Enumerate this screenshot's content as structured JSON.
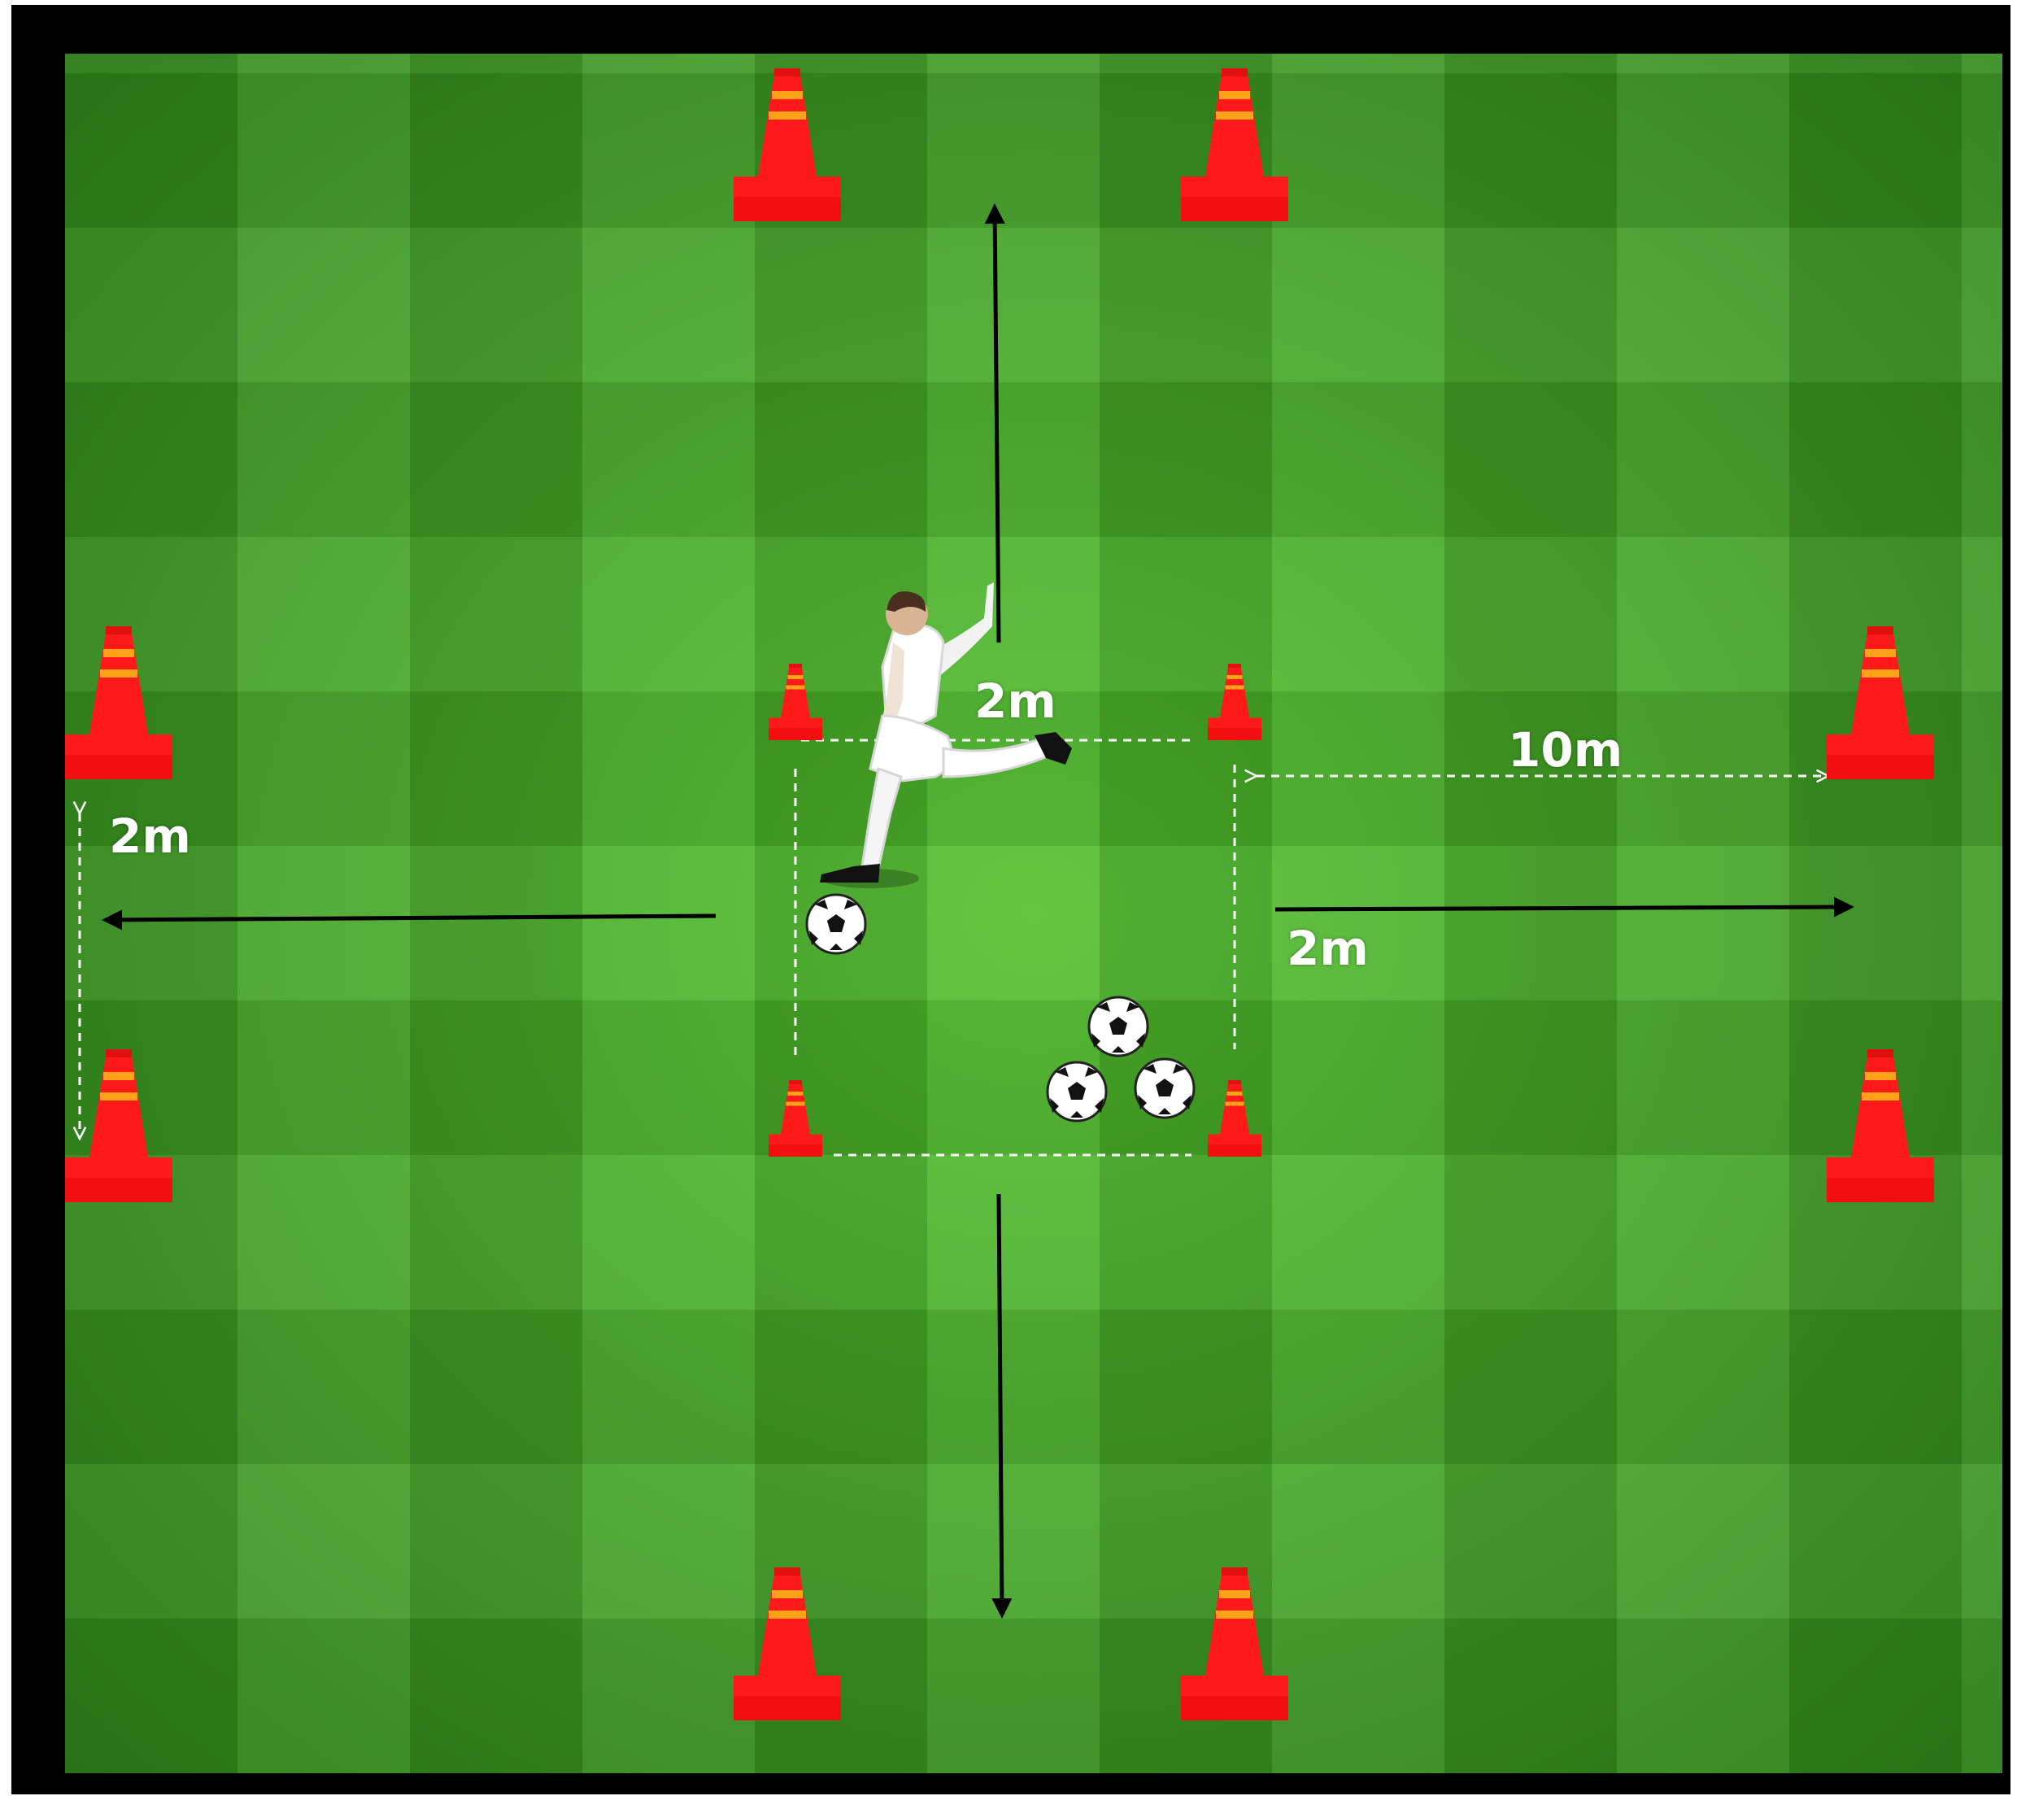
{
  "colors": {
    "frame": "#000000",
    "grass": "#3f9e23",
    "cone": "#ff1a1a",
    "cone_band": "#ffa21a",
    "arrow": "#000000",
    "measure_line": "#ffffff",
    "label": "#ffffff"
  },
  "labels": {
    "inner_square_top": "2m",
    "left_gap": "2m",
    "right_distance": "10m",
    "right_inner": "2m"
  },
  "icons": {
    "cone": "traffic-cone-icon",
    "ball": "soccer-ball-icon",
    "player": "soccer-player-kicking-icon"
  }
}
